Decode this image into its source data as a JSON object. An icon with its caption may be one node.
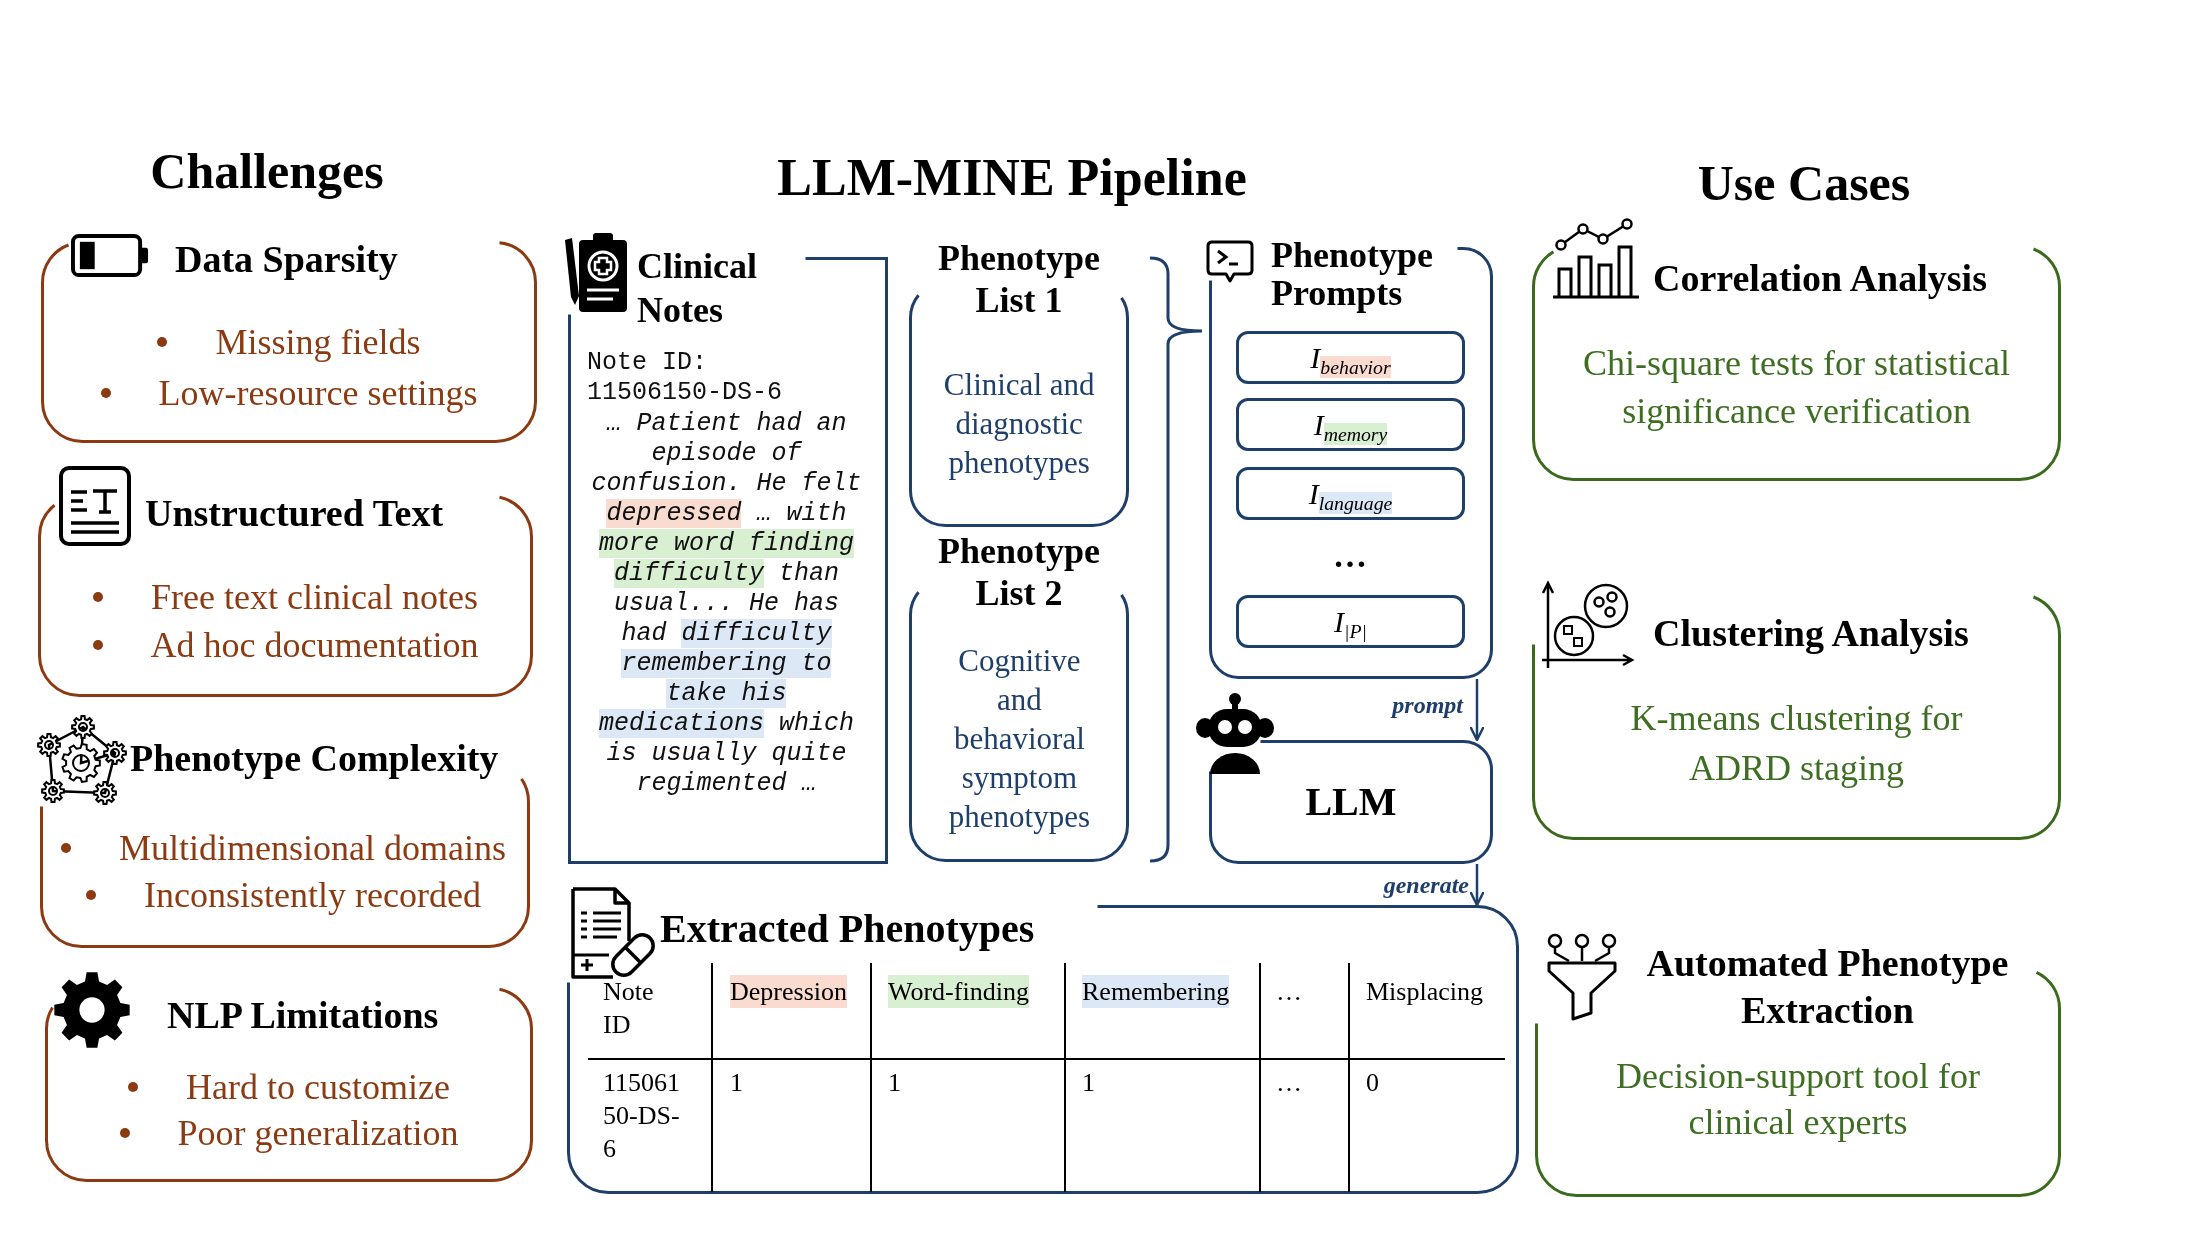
{
  "diagram": {
    "nodes": [
      {
        "text": [
          "Data Sparsity",
          "Missing fields",
          "Low-resource settings"
        ]
      },
      {
        "text": [
          "Unstructured Text",
          "Free text clinical notes",
          "Ad hoc documentation"
        ]
      },
      {
        "text": [
          "Phenotype Complexity",
          "Multidimensional domains",
          "Inconsistently recorded"
        ]
      },
      {
        "text": [
          "NLP Limitations",
          "Hard to customize",
          "Poor generalization"
        ]
      },
      {
        "text": [
          "Clinical Notes",
          "Note ID: 11506150-DS-6",
          "… Patient had an episode of confusion. He felt",
          "depressed",
          "… with",
          "more word finding difficulty",
          "than usual... He has had",
          "difficulty remembering to take his medications",
          "which is usually quite regimented …"
        ]
      },
      {
        "text": [
          "Phenotype List 1",
          "Clinical and diagnostic phenotypes"
        ]
      },
      {
        "text": [
          "Phenotype List 2",
          "Cognitive and behavioral symptom phenotypes"
        ]
      },
      {
        "text": [
          "Phenotype Prompts"
        ]
      },
      {
        "text": [
          "I$_{behavior}$"
        ],
        "in": 7
      },
      {
        "text": [
          "I$_{memory}$"
        ],
        "in": 7
      },
      {
        "text": [
          "I$_{language}$"
        ],
        "in": 7
      },
      {
        "text": [
          "I$_{|P|}$"
        ],
        "in": 7
      },
      {
        "text": [
          "LLM"
        ]
      },
      {
        "text": [
          "Extracted Phenotypes"
        ]
      },
      {
        "text": [
          "Correlation Analysis",
          "Chi-square tests for statistical significance verification"
        ]
      },
      {
        "text": [
          "Clustering Analysis",
          "K-means clustering for ADRD staging"
        ]
      },
      {
        "text": [
          "Automated Phenotype Extraction",
          "Decision-support tool for clinical experts"
        ]
      }
    ],
    "edges": [
      {
        "from": 7,
        "to": 12,
        "arrow": "to",
        "label": "prompt"
      },
      {
        "from": 12,
        "to": 13,
        "arrow": "to",
        "label": "generate"
      }
    ],
    "labels": [
      "Challenges",
      "LLM-MINE Pipeline",
      "Use Cases",
      "…",
      "Note ID",
      "Depression",
      "Word-finding",
      "Remembering",
      "…",
      "Misplacing",
      "11506150-DS-6",
      "1",
      "1",
      "1",
      "…",
      "0"
    ]
  }
}
